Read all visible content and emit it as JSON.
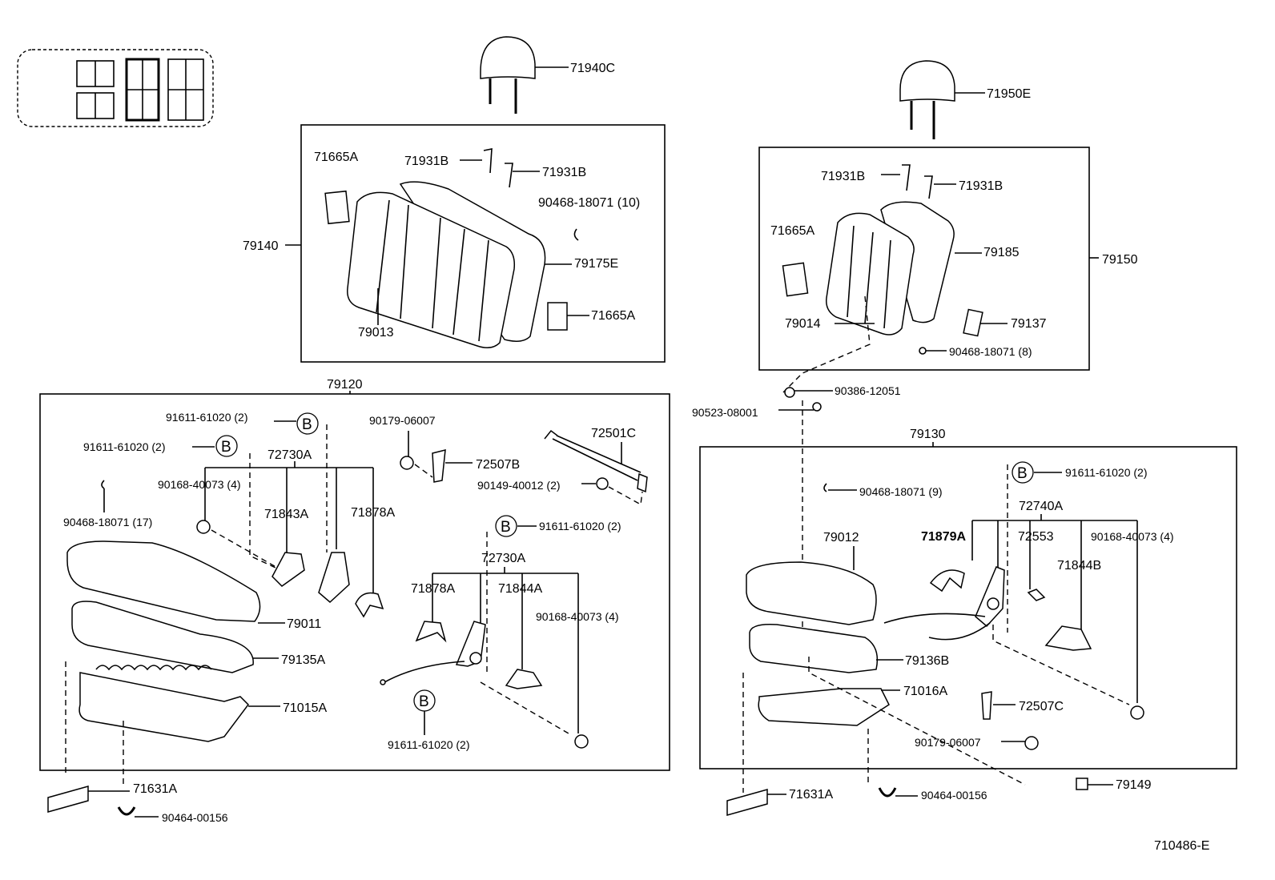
{
  "diagram_code": "710486-E",
  "callout_letter": "B",
  "labels": {
    "headrest_left": "71940C",
    "headrest_right": "71950E",
    "back_left_assy": "79140",
    "back_right_assy": "79150",
    "l_71665A_a": "71665A",
    "l_71931B_a": "71931B",
    "l_71931B_b": "71931B",
    "l_90468_10": "90468-18071 (10)",
    "l_79175E": "79175E",
    "l_71665A_b": "71665A",
    "l_79013": "79013",
    "r_71931B_a": "71931B",
    "r_71931B_b": "71931B",
    "r_71665A": "71665A",
    "r_79185": "79185",
    "r_79014": "79014",
    "r_79137": "79137",
    "r_90468_8": "90468-18071 (8)",
    "cushion_left_assy": "79120",
    "cushion_right_assy": "79130",
    "r_90386": "90386-12051",
    "r_90523": "90523-08001",
    "l_91611_a": "91611-61020 (2)",
    "l_91611_b": "91611-61020 (2)",
    "l_91611_c": "91611-61020 (2)",
    "l_91611_d": "91611-61020 (2)",
    "l_90179": "90179-06007",
    "l_72501C": "72501C",
    "l_72730A_a": "72730A",
    "l_72507B": "72507B",
    "l_90168_a": "90168-40073 (4)",
    "l_90149": "90149-40012 (2)",
    "l_71843A": "71843A",
    "l_71878A_a": "71878A",
    "l_90468_17": "90468-18071 (17)",
    "l_72730A_b": "72730A",
    "l_71878A_b": "71878A",
    "l_71844A": "71844A",
    "l_90168_b": "90168-40073 (4)",
    "l_79011": "79011",
    "l_79135A": "79135A",
    "l_71015A": "71015A",
    "l_71631A": "71631A",
    "l_90464": "90464-00156",
    "r_91611": "91611-61020 (2)",
    "r_90468_9": "90468-18071 (9)",
    "r_72740A": "72740A",
    "r_79012": "79012",
    "r_71879A": "71879A",
    "r_72553": "72553",
    "r_90168": "90168-40073 (4)",
    "r_71844B": "71844B",
    "r_79136B": "79136B",
    "r_71016A": "71016A",
    "r_72507C": "72507C",
    "r_90179": "90179-06007",
    "r_79149": "79149",
    "r_71631A": "71631A",
    "r_90464": "90464-00156"
  }
}
